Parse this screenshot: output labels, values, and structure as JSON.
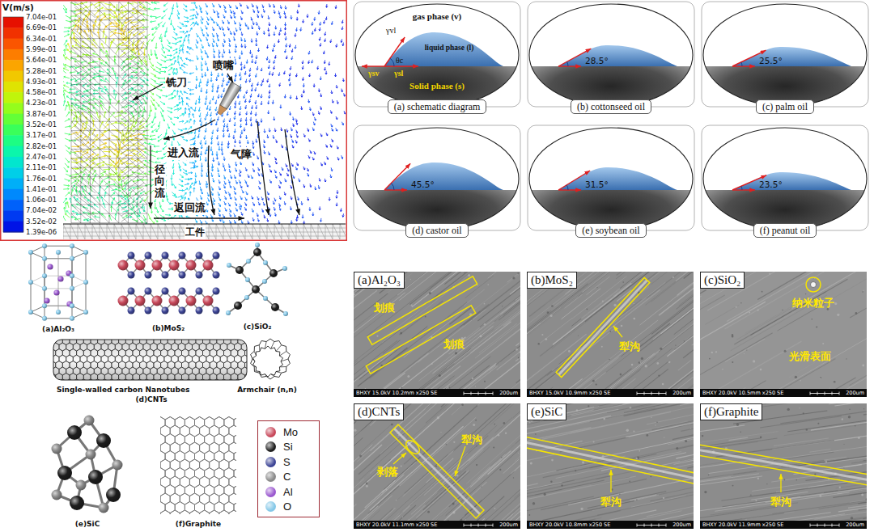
{
  "diagram": {
    "nodes": [
      {
        "text": [
          "(a) schematic diagram"
        ]
      },
      {
        "text": [
          "(b) cottonseed oil"
        ]
      },
      {
        "text": [
          "(c) palm oil"
        ]
      },
      {
        "text": [
          "(d) castor oil"
        ]
      },
      {
        "text": [
          "(e) soybean oil"
        ]
      },
      {
        "text": [
          "(f) peanut oil"
        ]
      },
      {
        "text": [
          "(a)Al₂O₃"
        ]
      },
      {
        "text": [
          "(b)MoS₂"
        ]
      },
      {
        "text": [
          "(c)SiO₂"
        ]
      },
      {
        "text": [
          "(d)CNTs"
        ]
      },
      {
        "text": [
          "(e)SiC"
        ]
      },
      {
        "text": [
          "(f)Graphite"
        ]
      }
    ],
    "labels": [
      "V(m/s)",
      "7.04e-01",
      "6.69e-01",
      "6.34e-01",
      "5.99e-01",
      "5.64e-01",
      "5.28e-01",
      "4.93e-01",
      "4.58e-01",
      "4.23e-01",
      "3.87e-01",
      "3.52e-01",
      "3.17e-01",
      "2.82e-01",
      "2.47e-01",
      "2.11e-01",
      "1.76e-01",
      "1.41e-01",
      "1.06e-01",
      "7.04e-02",
      "3.52e-02",
      "1.39e-06",
      "铣刀",
      "喷嘴",
      "进入流",
      "气障",
      "径向流",
      "返回流",
      "工件",
      "gas phase (v)",
      "γvl",
      "θc",
      "liquid phase (l)",
      "γsv",
      "γsl",
      "Solid phase (s)",
      "28.5°",
      "25.5°",
      "45.5°",
      "31.5°",
      "23.5°",
      "(a)Al₂O₃",
      "(b)MoS₂",
      "(c)SiO₂",
      "Single-walled carbon Nanotubes",
      "Armchair (n,n)",
      "(d)CNTs",
      "(e)SiC",
      "(f)Graphite",
      "划痕",
      "划痕",
      "犁沟",
      "纳米粒子",
      "光滑表面",
      "犁沟",
      "剥落",
      "犁沟",
      "犁沟",
      "BHXY 15.0kV 10.2mm x250 SE",
      "BHXY 15.0kV 10.9mm x250 SE",
      "BHXY 20.0kV 10.5mm x250 SE",
      "BHXY 20.0kV 11.1mm x250 SE",
      "BHXY 20.0kV 10.8mm x250 SE",
      "BHXY 20.0kV 11.9mm x250 SE",
      "200um",
      "200um",
      "200um",
      "200um",
      "200um",
      "200um"
    ],
    "legend": [
      {
        "text": "Mo",
        "color": "#c8485a"
      },
      {
        "text": "Si",
        "color": "#1e1e1e"
      },
      {
        "text": "S",
        "color": "#3d4596"
      },
      {
        "text": "C",
        "color": "#8a8a8a"
      },
      {
        "text": "Al",
        "color": "#9a58cf"
      },
      {
        "text": "O",
        "color": "#85c8e8"
      }
    ]
  }
}
